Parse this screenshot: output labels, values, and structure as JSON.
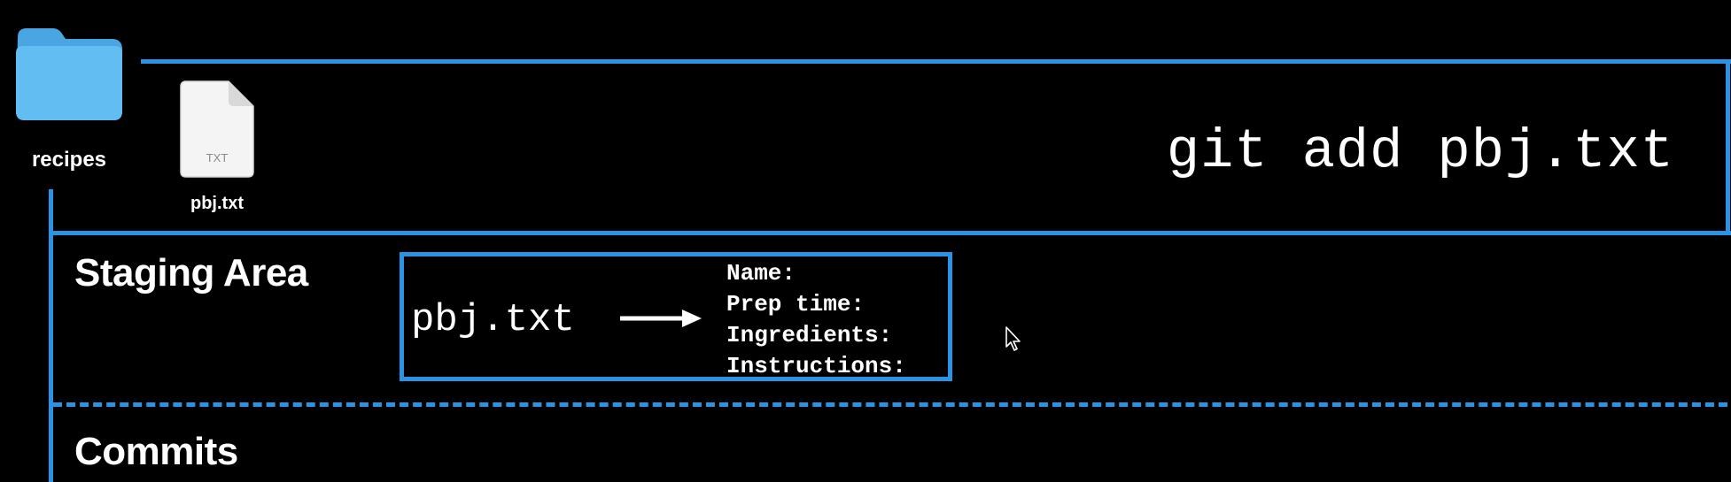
{
  "folder": {
    "label": "recipes",
    "icon": "folder-icon",
    "color": "#5fb8ee"
  },
  "file": {
    "label": "pbj.txt",
    "badge": "TXT",
    "icon": "text-file-icon"
  },
  "command": "git add pbj.txt",
  "staging": {
    "title": "Staging Area",
    "file": "pbj.txt",
    "fields": [
      "Name:",
      "Prep time:",
      "Ingredients:",
      "Instructions:"
    ]
  },
  "commits": {
    "title": "Commits"
  },
  "colors": {
    "accent": "#2a93e4",
    "background": "#000000",
    "text": "#ffffff"
  }
}
